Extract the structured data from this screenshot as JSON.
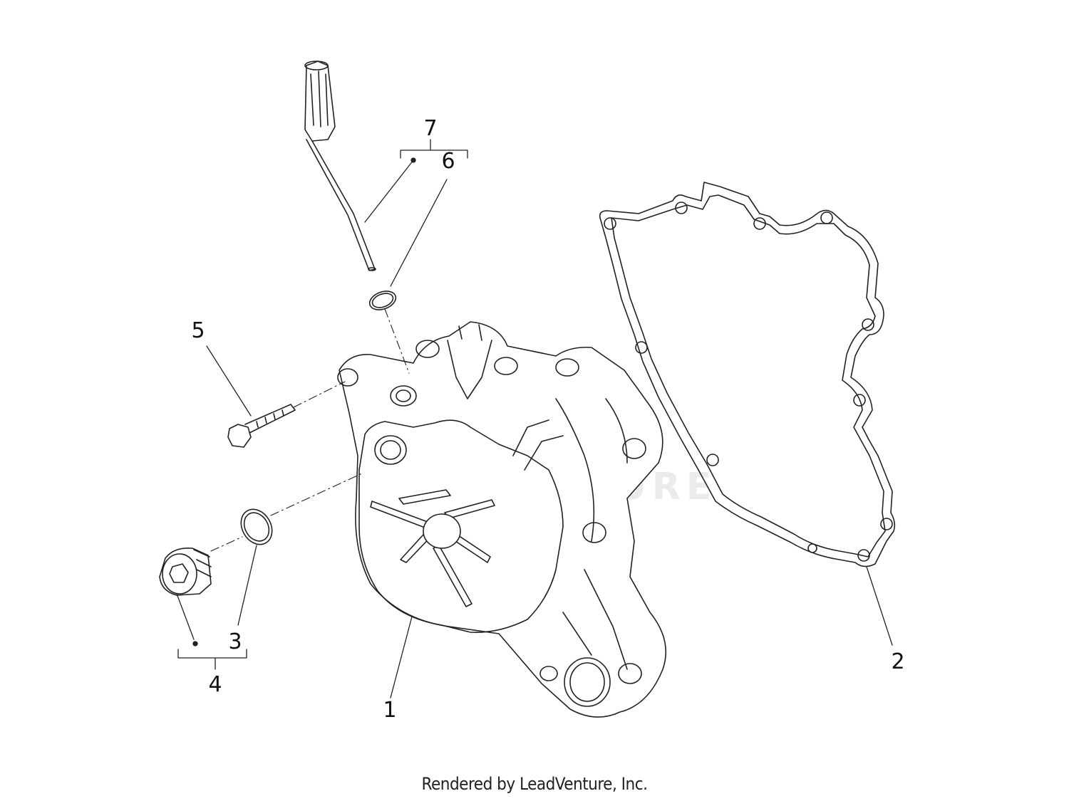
{
  "callouts": [
    {
      "id": "label-1",
      "text": "1"
    },
    {
      "id": "label-2",
      "text": "2"
    },
    {
      "id": "label-3",
      "text": "3"
    },
    {
      "id": "label-4",
      "text": "4"
    },
    {
      "id": "label-5",
      "text": "5"
    },
    {
      "id": "label-6",
      "text": "6"
    },
    {
      "id": "label-7",
      "text": "7"
    }
  ],
  "watermark": "LEADVENTURE",
  "footer": "Rendered by LeadVenture, Inc.",
  "colors": {
    "line": "#222222",
    "watermark": "#ebebeb",
    "background": "#ffffff"
  }
}
